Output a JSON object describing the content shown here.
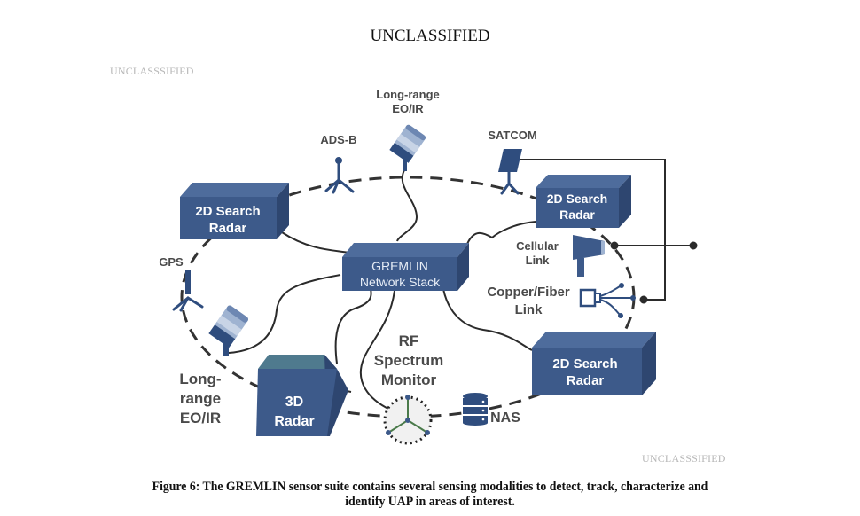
{
  "header": {
    "classification": "UNCLASSIFIED"
  },
  "watermarks": {
    "top_left": "UNCLASSSIFIED",
    "bottom_right": "UNCLASSSIFIED"
  },
  "diagram": {
    "title": "GREMLIN sensor suite",
    "hub": {
      "line1": "GREMLIN",
      "line2": "Network Stack"
    },
    "nodes": {
      "radar_2d_left": {
        "line1": "2D Search",
        "line2": "Radar"
      },
      "radar_2d_right_top": {
        "line1": "2D Search",
        "line2": "Radar"
      },
      "radar_2d_right_bottom": {
        "line1": "2D Search",
        "line2": "Radar"
      },
      "radar_3d": {
        "line1": "3D",
        "line2": "Radar"
      },
      "eoir_top": {
        "line1": "Long-range",
        "line2": "EO/IR"
      },
      "eoir_left": {
        "line1": "Long-",
        "line2": "range",
        "line3": "EO/IR"
      },
      "adsb": {
        "label": "ADS-B"
      },
      "satcom": {
        "label": "SATCOM"
      },
      "gps": {
        "label": "GPS"
      },
      "cellular": {
        "line1": "Cellular",
        "line2": "Link"
      },
      "copper_fiber": {
        "line1": "Copper/Fiber",
        "line2": "Link"
      },
      "rf_monitor": {
        "line1": "RF",
        "line2": "Spectrum",
        "line3": "Monitor"
      },
      "nas": {
        "label": "NAS"
      }
    },
    "colors": {
      "box_front": "#3d5a8a",
      "box_top": "#4e6c9c",
      "box_side": "#2e4670",
      "radar3d_top": "#4f7a8e",
      "icon_dark": "#2f4d7e",
      "icon_light": "#9fb3d1",
      "line": "#333333",
      "label": "#4a4a4a"
    }
  },
  "caption": {
    "line1": "Figure 6:  The GREMLIN sensor suite contains several sensing modalities to detect, track, characterize and",
    "line2": "identify UAP in areas of interest."
  }
}
